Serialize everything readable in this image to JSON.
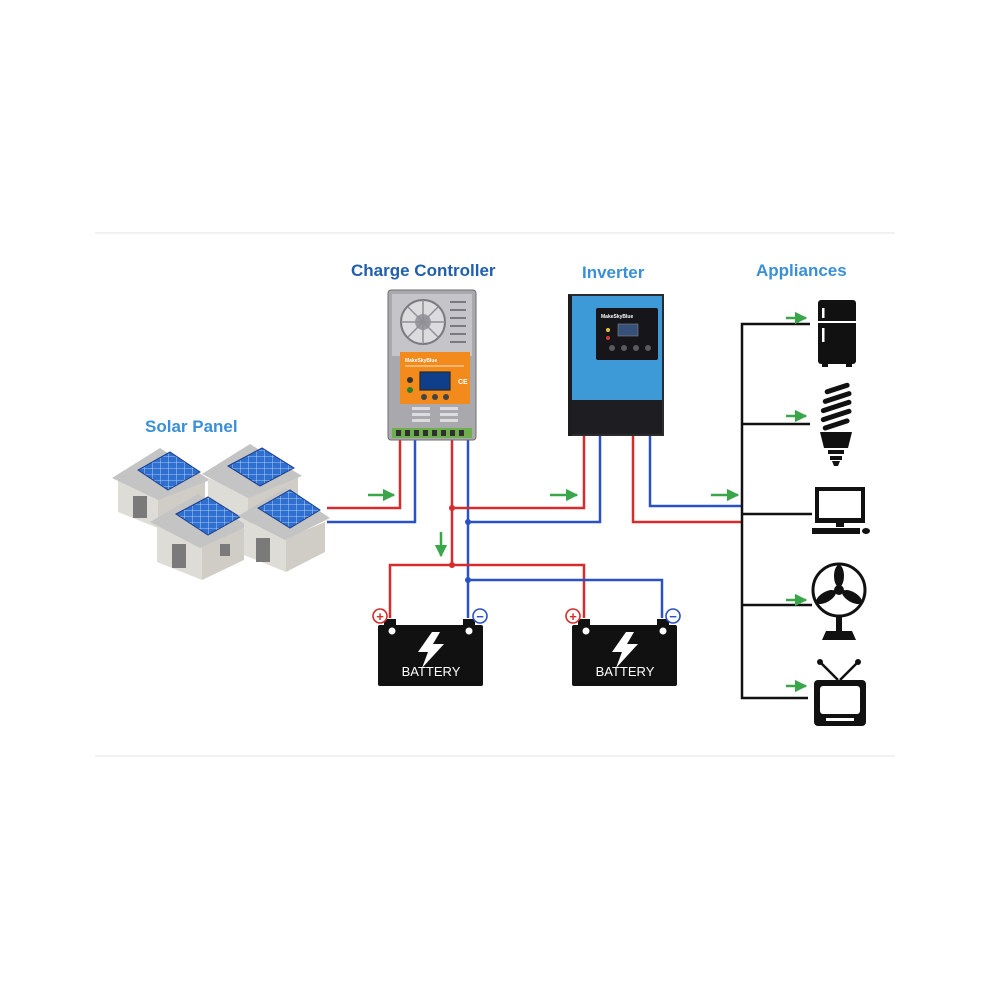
{
  "labels": {
    "charge_controller": "Charge Controller",
    "inverter": "Inverter",
    "appliances": "Appliances",
    "solar_panel": "Solar Panel"
  },
  "devices": {
    "controller_brand": "MakeSkyBlue",
    "inverter_brand": "MakeSkyBlue"
  },
  "batteries": [
    {
      "label": "BATTERY",
      "positive": "+",
      "negative": "−"
    },
    {
      "label": "BATTERY",
      "positive": "+",
      "negative": "−"
    }
  ],
  "appliance_icons": [
    "refrigerator-icon",
    "cfl-bulb-icon",
    "computer-icon",
    "fan-icon",
    "tv-icon"
  ],
  "colors": {
    "positive_wire": "#d62c2c",
    "negative_wire": "#2b52c4",
    "load_wire": "#111111",
    "flow_arrow": "#3aa64a",
    "title_dark_blue": "#1f5fad",
    "title_light_blue": "#3a8fd8",
    "controller_orange": "#f28a1c",
    "inverter_blue": "#3d9ad6"
  }
}
